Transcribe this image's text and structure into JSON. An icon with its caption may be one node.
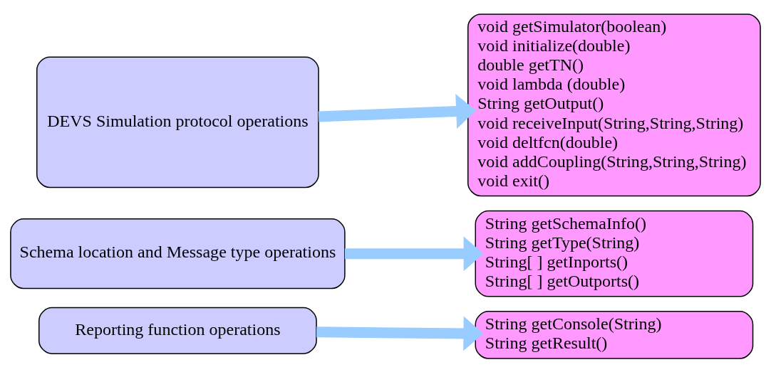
{
  "diagram": {
    "nodes": [
      {
        "text": [
          "DEVS Simulation protocol operations"
        ]
      },
      {
        "text": [
          "void getSimulator(boolean)",
          "void initialize(double)",
          "double getTN()",
          "void lambda (double)",
          "String getOutput()",
          "void receiveInput(String,String,String)",
          "void deltfcn(double)",
          "void addCoupling(String,String,String)",
          "void exit()"
        ]
      },
      {
        "text": [
          "Schema location and Message type operations"
        ]
      },
      {
        "text": [
          "String getSchemaInfo()",
          "String getType(String)",
          "String[ ] getInports()",
          "String[ ] getOutports()"
        ]
      },
      {
        "text": [
          "Reporting function operations"
        ]
      },
      {
        "text": [
          "String getConsole(String)",
          "String getResult()"
        ]
      }
    ],
    "edges": [
      {
        "from": 0,
        "to": 1,
        "arrow": "to"
      },
      {
        "from": 2,
        "to": 3,
        "arrow": "to"
      },
      {
        "from": 4,
        "to": 5,
        "arrow": "to"
      }
    ]
  }
}
